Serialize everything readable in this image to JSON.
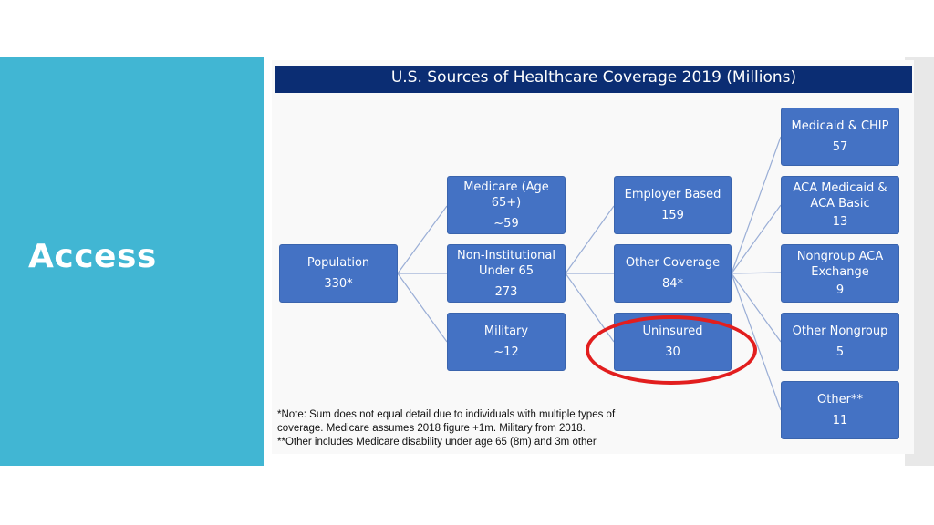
{
  "slide": {
    "title": "Access"
  },
  "figure": {
    "title": "U.S. Sources of Healthcare Coverage 2019 (Millions)",
    "nodes": {
      "population": {
        "label": "Population",
        "value": "330*"
      },
      "medicare": {
        "label": "Medicare (Age 65+)",
        "value": "~59"
      },
      "noninst": {
        "label": "Non-Institutional\nUnder 65",
        "value": "273"
      },
      "military": {
        "label": "Military",
        "value": "~12"
      },
      "employer": {
        "label": "Employer Based",
        "value": "159"
      },
      "other_coverage": {
        "label": "Other Coverage",
        "value": "84*"
      },
      "uninsured": {
        "label": "Uninsured",
        "value": "30"
      },
      "medicaid_chip": {
        "label": "Medicaid & CHIP",
        "value": "57"
      },
      "aca_medicaid": {
        "label": "ACA Medicaid &\nACA Basic",
        "value": "13"
      },
      "nongroup_aca": {
        "label": "Nongroup ACA\nExchange",
        "value": "9"
      },
      "other_nongroup": {
        "label": "Other Nongroup",
        "value": "5"
      },
      "other": {
        "label": "Other**",
        "value": "11"
      }
    },
    "notes": {
      "line1": "*Note:  Sum does not equal detail due to individuals with multiple types of",
      "line2": "coverage.  Medicare assumes 2018 figure +1m. Military from 2018.",
      "line3": "**Other includes Medicare disability under age 65 (8m) and 3m other"
    },
    "highlight_color": "#e21e1e",
    "node_color": "#4472c4",
    "header_color": "#0b2d73"
  }
}
